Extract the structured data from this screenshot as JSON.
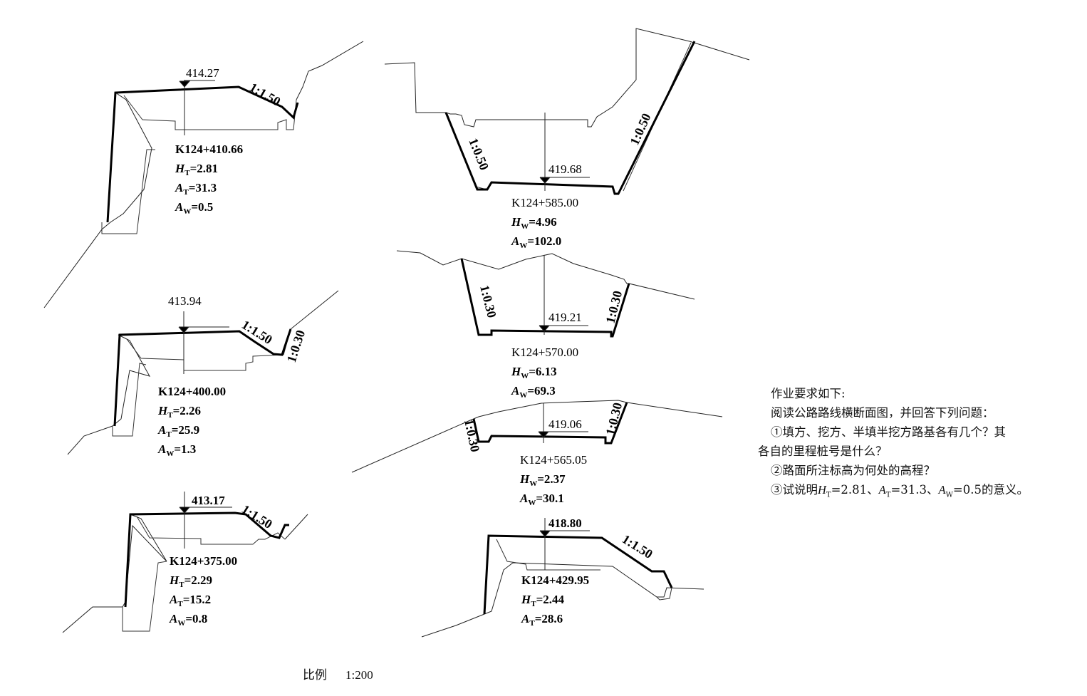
{
  "sections": [
    {
      "id": "s410",
      "elevation": "414.27",
      "station": "K124+410.66",
      "params": [
        {
          "sym": "H",
          "sub": "T",
          "val": "2.81"
        },
        {
          "sym": "A",
          "sub": "T",
          "val": "31.3"
        },
        {
          "sym": "A",
          "sub": "W",
          "val": "0.5"
        }
      ],
      "slopes": [
        "1:1.50"
      ]
    },
    {
      "id": "s400",
      "elevation": "413.94",
      "station": "K124+400.00",
      "params": [
        {
          "sym": "H",
          "sub": "T",
          "val": "2.26"
        },
        {
          "sym": "A",
          "sub": "T",
          "val": "25.9"
        },
        {
          "sym": "A",
          "sub": "W",
          "val": "1.3"
        }
      ],
      "slopes": [
        "1:1.50",
        "1:0.30"
      ]
    },
    {
      "id": "s375",
      "elevation": "413.17",
      "station": "K124+375.00",
      "params": [
        {
          "sym": "H",
          "sub": "T",
          "val": "2.29"
        },
        {
          "sym": "A",
          "sub": "T",
          "val": "15.2"
        },
        {
          "sym": "A",
          "sub": "W",
          "val": "0.8"
        }
      ],
      "slopes": [
        "1:1.50"
      ]
    },
    {
      "id": "s585",
      "elevation": "419.68",
      "station": "K124+585.00",
      "params": [
        {
          "sym": "H",
          "sub": "W",
          "val": "4.96"
        },
        {
          "sym": "A",
          "sub": "W",
          "val": "102.0"
        }
      ],
      "slopes": [
        "1:0.50",
        "1:0.50"
      ]
    },
    {
      "id": "s570",
      "elevation": "419.21",
      "station": "K124+570.00",
      "params": [
        {
          "sym": "H",
          "sub": "W",
          "val": "6.13"
        },
        {
          "sym": "A",
          "sub": "W",
          "val": "69.3"
        }
      ],
      "slopes": [
        "1:0.30",
        "1:0.30"
      ]
    },
    {
      "id": "s565",
      "elevation": "419.06",
      "station": "K124+565.05",
      "params": [
        {
          "sym": "H",
          "sub": "W",
          "val": "2.37"
        },
        {
          "sym": "A",
          "sub": "W",
          "val": "30.1"
        }
      ],
      "slopes": [
        "1:0.30",
        "1:0.30"
      ]
    },
    {
      "id": "s429",
      "elevation": "418.80",
      "station": "K124+429.95",
      "params": [
        {
          "sym": "H",
          "sub": "T",
          "val": "2.44"
        },
        {
          "sym": "A",
          "sub": "T",
          "val": "28.6"
        }
      ],
      "slopes": [
        "1:1.50"
      ]
    }
  ],
  "task": {
    "heading": "作业要求如下:",
    "intro": "阅读公路路线横断面图，并回答下列问题：",
    "q1_line1": "①填方、挖方、半填半挖方路基各有几个？其",
    "q1_line2": "各自的里程桩号是什么？",
    "q2": "②路面所注标高为何处的高程？",
    "q3_prefix": "③试说明",
    "q3_h": "H",
    "q3_h_sub": "T",
    "q3_h_val": "=2.81、",
    "q3_at": "A",
    "q3_at_sub": "T",
    "q3_at_val": "=31.3、",
    "q3_aw": "A",
    "q3_aw_sub": "W",
    "q3_aw_val": "=0.5的意义。"
  },
  "scale": {
    "label": "比例",
    "value": "1:200"
  }
}
